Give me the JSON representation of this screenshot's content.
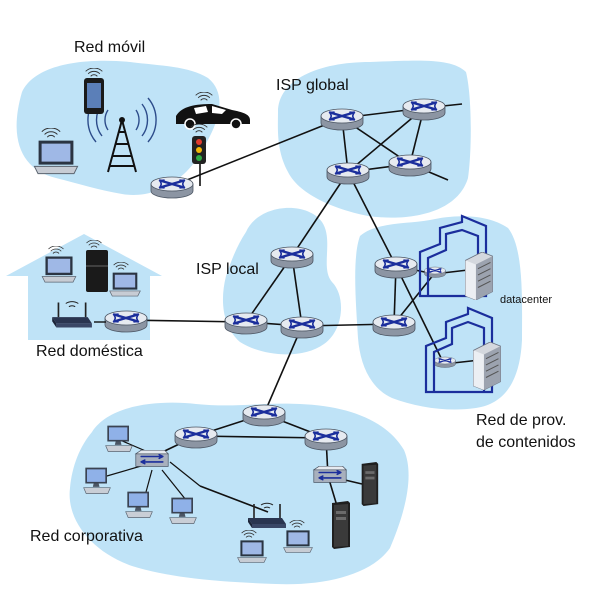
{
  "labels": {
    "mobile_network": "Red móvil",
    "global_isp": "ISP global",
    "local_isp": "ISP local",
    "home_network": "Red doméstica",
    "datacenter": "datacenter",
    "content_provider_network": "Red de prov. de contenidos",
    "enterprise_network": "Red corporativa"
  },
  "colors": {
    "region_fill": "#bfe3f7",
    "link": "#111111",
    "router_top": "#e4e8ef",
    "router_body": "#9aa3b1",
    "router_arrows": "#1b2e9c",
    "building_outline": "#1b2e9c"
  }
}
